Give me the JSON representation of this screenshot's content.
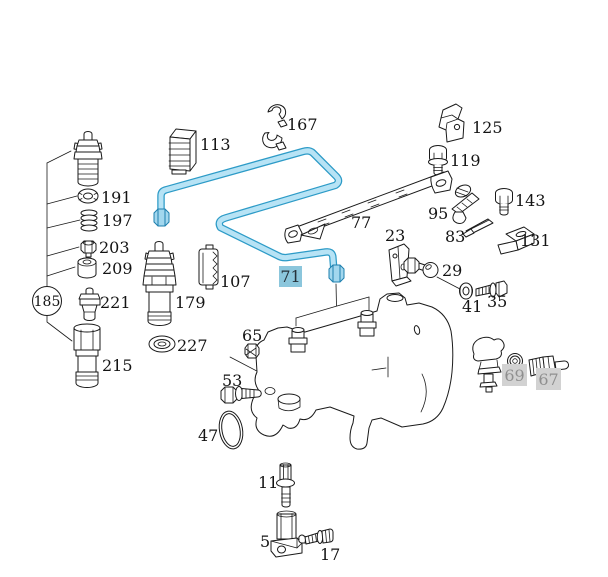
{
  "diagram": {
    "type": "exploded-parts-diagram",
    "subject": "Diesel injection pump with injection lines, injectors and mounting hardware",
    "background": "#ffffff",
    "line_color": "#1a1a1a"
  },
  "colors": {
    "pipe_fill": "#b7e3f5",
    "pipe_outline": "#2d9bc7",
    "fitting_fill": "#a2d7ee",
    "fitting_outline": "#1d7fae",
    "highlight_label_bg": "#8bc6dc",
    "highlight_label_text": "#26323a",
    "disabled_label_bg": "#d2d2d2",
    "disabled_label_text": "#8f8f8f"
  },
  "labels": {
    "l5": "5",
    "l11": "11",
    "l17": "17",
    "l23": "23",
    "l29": "29",
    "l35": "35",
    "l41": "41",
    "l47": "47",
    "l53": "53",
    "l65": "65",
    "l67": "67",
    "l69": "69",
    "l71": "71",
    "l77": "77",
    "l83": "83",
    "l95": "95",
    "l107": "107",
    "l113": "113",
    "l119": "119",
    "l125": "125",
    "l131": "131",
    "l143": "143",
    "l167": "167",
    "l179": "179",
    "l185": "185",
    "l191": "191",
    "l197": "197",
    "l203": "203",
    "l209": "209",
    "l215": "215",
    "l221": "221",
    "l227": "227"
  },
  "highlighted_part": "71",
  "disabled_parts": [
    "69",
    "67"
  ],
  "circled_part": "185"
}
